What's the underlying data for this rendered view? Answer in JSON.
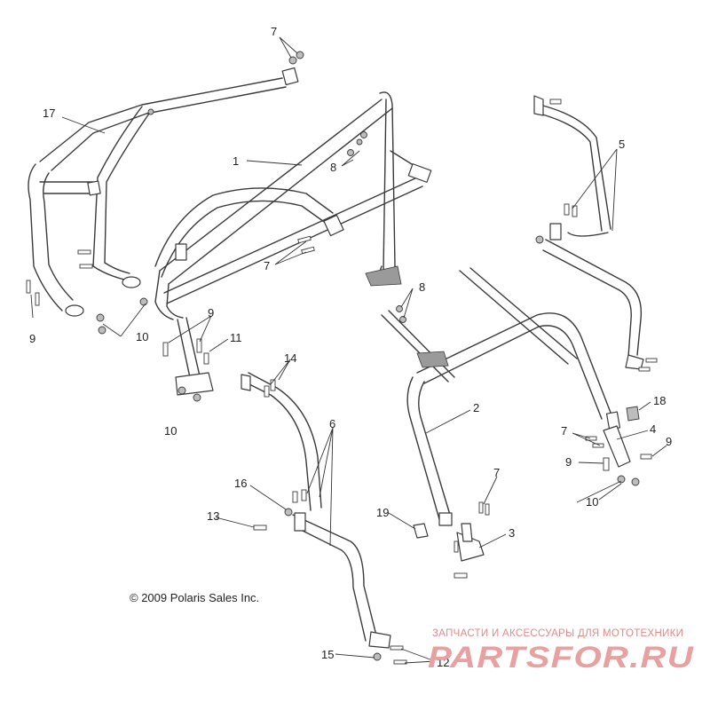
{
  "callouts": [
    "7",
    "17",
    "1",
    "8",
    "5",
    "7",
    "8",
    "9",
    "10",
    "11",
    "9",
    "14",
    "2",
    "18",
    "7",
    "4",
    "9",
    "9",
    "10",
    "6",
    "16",
    "13",
    "19",
    "7",
    "3",
    "10",
    "15",
    "12"
  ],
  "copyright": "© 2009 Polaris Sales Inc.",
  "watermark": {
    "tagline": "ЗАПЧАСТИ И АКСЕССУАРЫ ДЛЯ МОТОТЕХНИКИ",
    "brand": "PARTSFOR.RU"
  }
}
